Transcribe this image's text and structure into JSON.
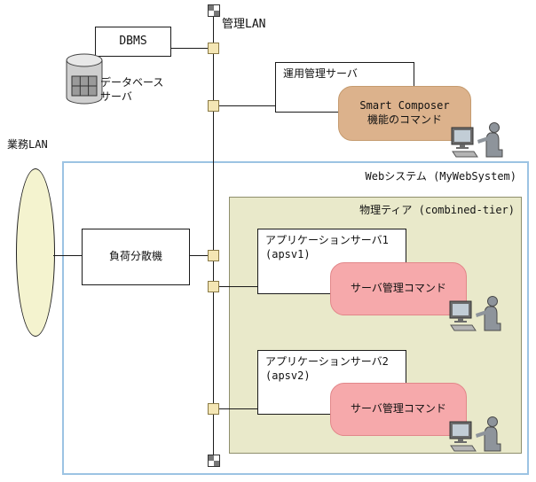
{
  "diagram": {
    "management_lan_label": "管理LAN",
    "business_lan_label": "業務LAN",
    "dbms_label": "DBMS",
    "database_server_label": "データベース\nサーバ",
    "operation_mgmt_server_label": "運用管理サーバ",
    "smart_composer_label": "Smart Composer\n機能のコマンド",
    "web_system_label": "Webシステム (MyWebSystem)",
    "physical_tier_label": "物理ティア (combined-tier)",
    "load_balancer_label": "負荷分散機",
    "app_server1_label": "アプリケーションサーバ1\n(apsv1)",
    "app_server2_label": "アプリケーションサーバ2\n(apsv2)",
    "server_mgmt_command1_label": "サーバ管理コマンド",
    "server_mgmt_command2_label": "サーバ管理コマンド"
  },
  "colors": {
    "web_system_border": "#9cc3e3",
    "tier_fill": "#e9e9ca",
    "smart_composer_fill": "#dcb28c",
    "server_command_fill": "#f6a9ab",
    "lan_ellipse_fill": "#f4f3cf",
    "connector_fill": "#f4e6b4"
  }
}
